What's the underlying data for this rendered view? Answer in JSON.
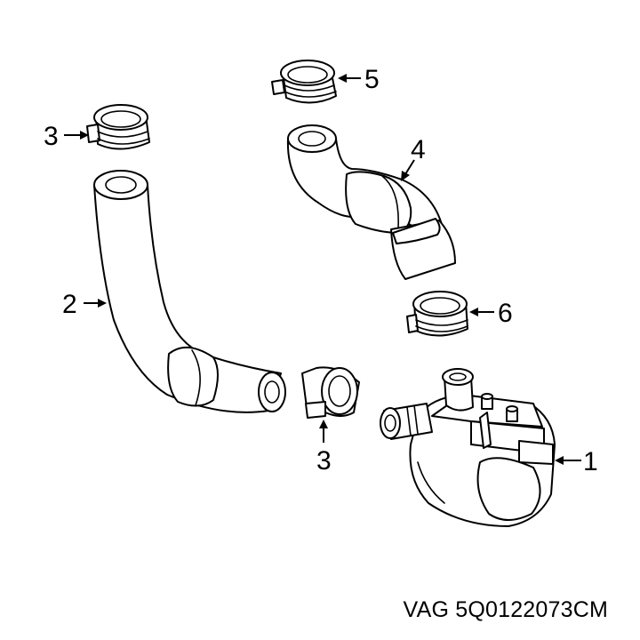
{
  "diagram": {
    "callouts": [
      {
        "id": "pump",
        "label": "1"
      },
      {
        "id": "hose-long",
        "label": "2"
      },
      {
        "id": "clamp-upper-left",
        "label": "3"
      },
      {
        "id": "clamp-lower",
        "label": "3"
      },
      {
        "id": "hose-elbow",
        "label": "4"
      },
      {
        "id": "clamp-top",
        "label": "5"
      },
      {
        "id": "clamp-right",
        "label": "6"
      }
    ]
  },
  "footer": {
    "part_number": "VAG 5Q0122073CM"
  },
  "colors": {
    "line": "#000000",
    "background": "#ffffff"
  }
}
